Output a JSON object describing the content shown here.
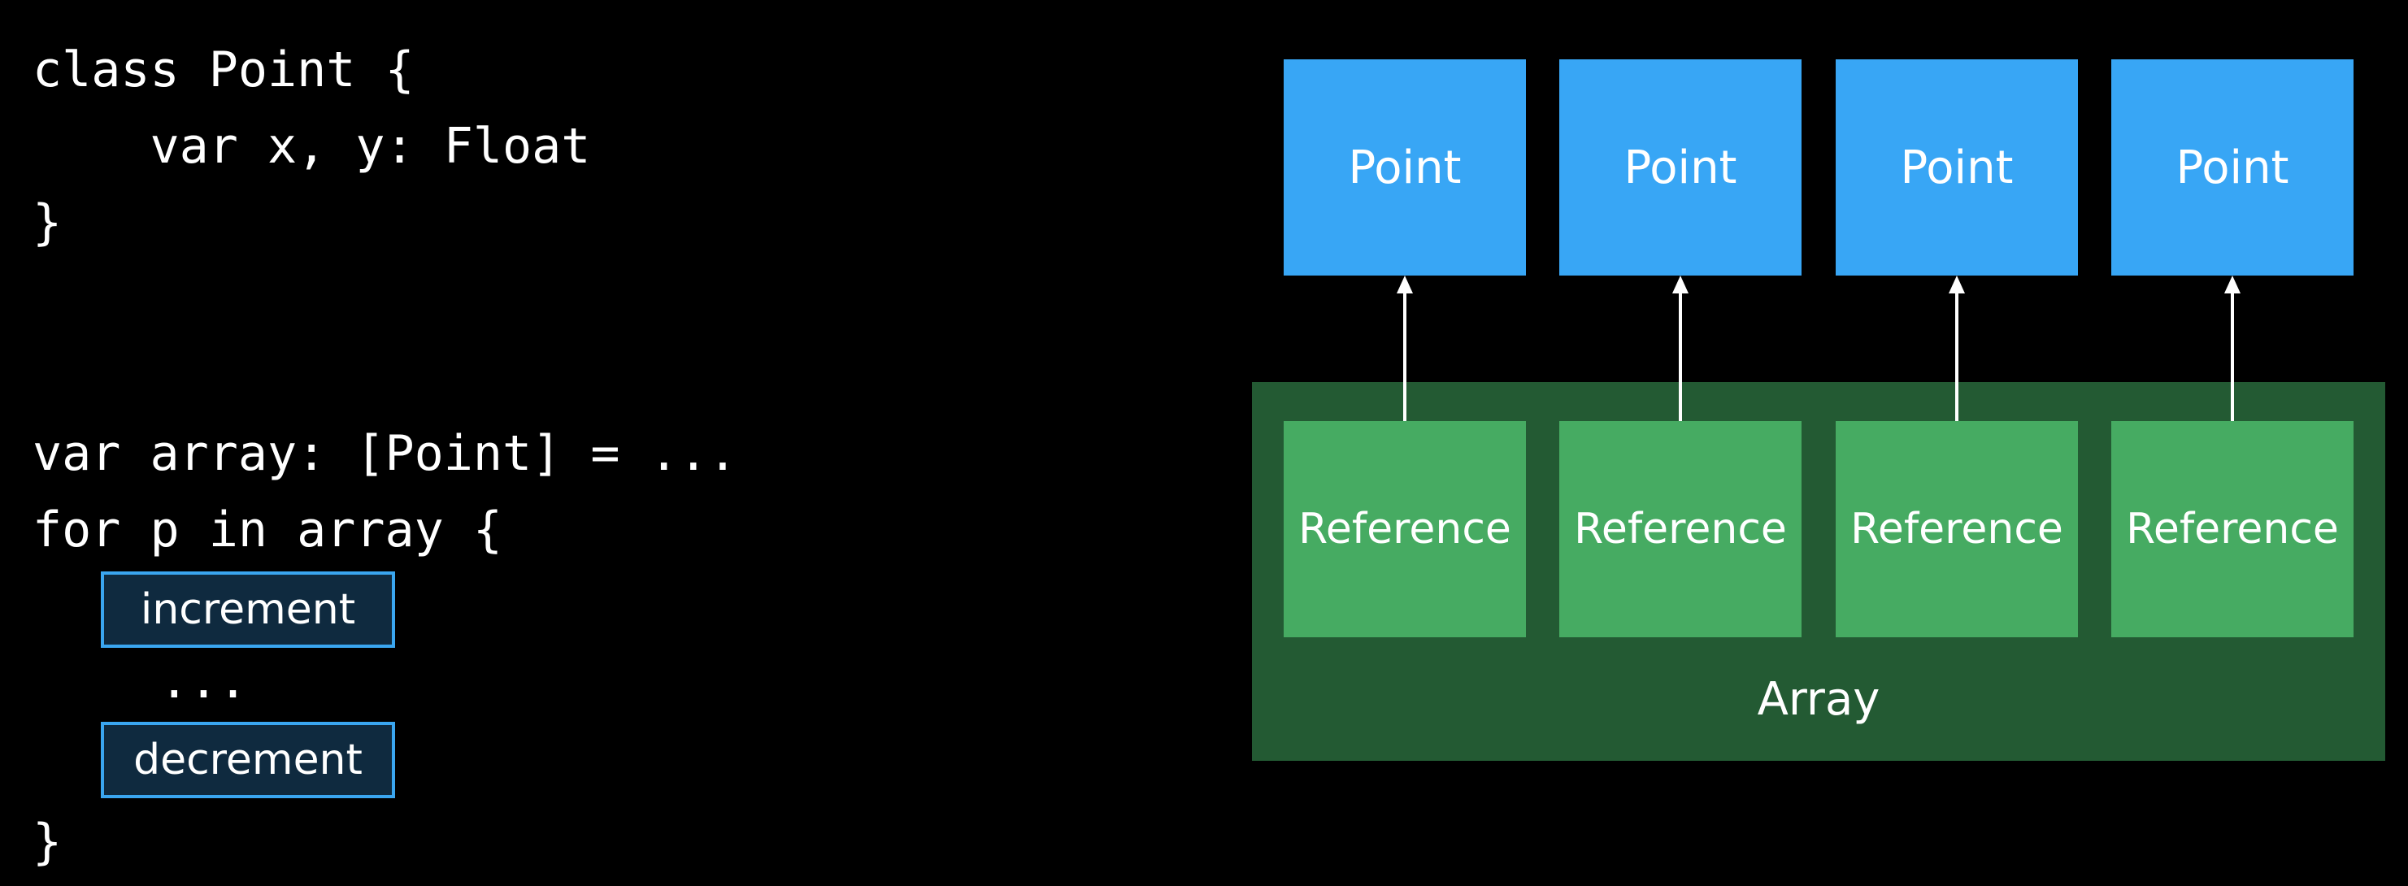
{
  "code": {
    "lines": [
      "class Point {",
      "    var x, y: Float",
      "}",
      "var array: [Point] = ...",
      "for p in array {",
      "  ...",
      "}"
    ],
    "increment_label": "increment",
    "decrement_label": "decrement"
  },
  "diagram": {
    "points": [
      "Point",
      "Point",
      "Point",
      "Point"
    ],
    "references": [
      "Reference",
      "Reference",
      "Reference",
      "Reference"
    ],
    "array_label": "Array"
  },
  "colors": {
    "background": "#000000",
    "point_box": "#38a6f5",
    "reference_box": "#46ab62",
    "array_container": "#235a33",
    "code_box_fill": "#0f2a3f",
    "code_box_border": "#3aa6f0"
  }
}
